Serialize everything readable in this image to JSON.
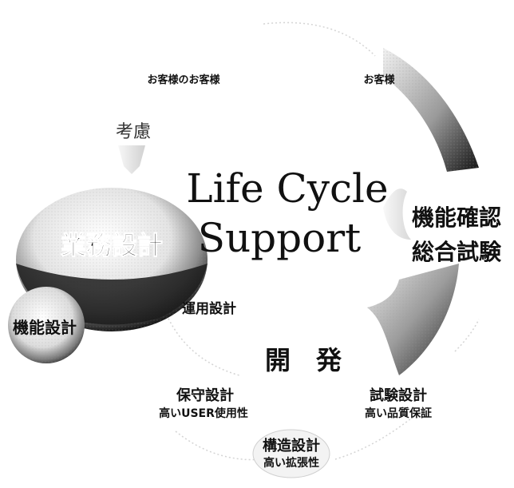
{
  "diagram": {
    "center": {
      "line1": "Life Cycle",
      "line2": "Support"
    },
    "labels": {
      "customer_of_customer": "お客様のお客様",
      "customer": "お客様",
      "consideration": "考慮",
      "business_design": "業務設計",
      "function_design": "機能設計",
      "operation_design": "運用設計",
      "function_check": "機能確認",
      "integration_test": "総合試験",
      "development": "開　発",
      "maintenance_design": "保守設計",
      "maintenance_note": "高いUSER使用性",
      "test_design": "試験設計",
      "test_note": "高い品質保証",
      "structure_design": "構造設計",
      "structure_note": "高い拡張性"
    }
  }
}
